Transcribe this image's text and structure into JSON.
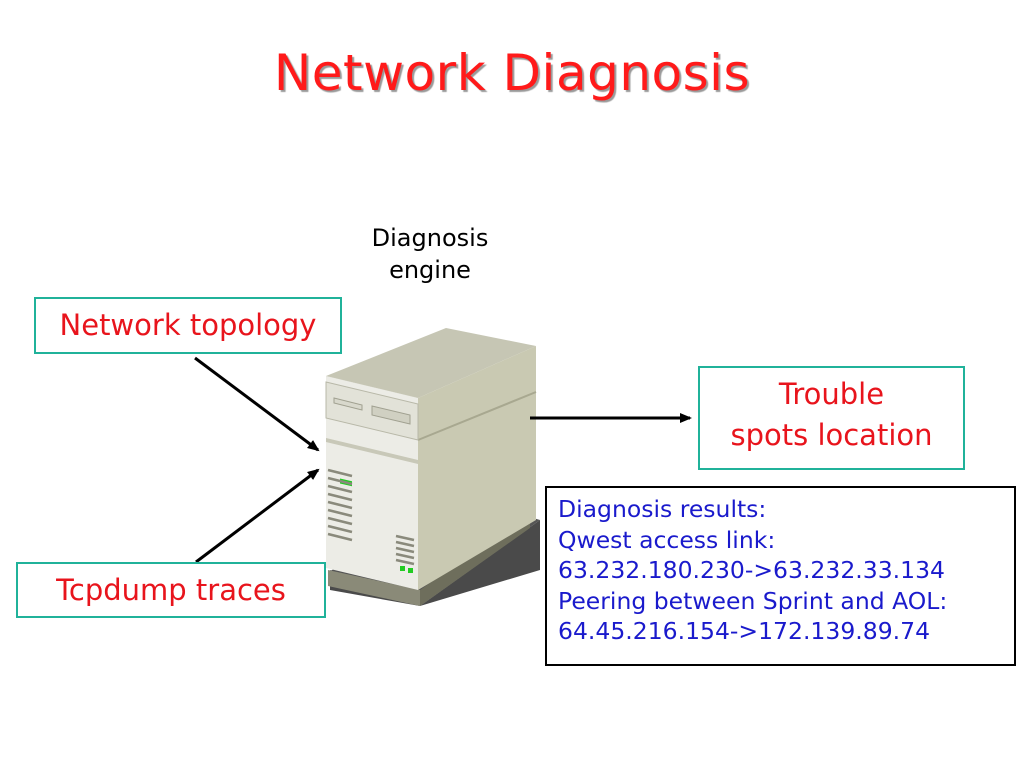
{
  "title": "Network Diagnosis",
  "engine": {
    "label_line1": "Diagnosis",
    "label_line2": "engine",
    "icon": "server-icon"
  },
  "inputs": {
    "topology": "Network topology",
    "tcpdump": "Tcpdump traces"
  },
  "output": {
    "line1": "Trouble",
    "line2": "spots location"
  },
  "results": {
    "lines": [
      "Diagnosis results:",
      "Qwest access link:",
      "63.232.180.230->63.232.33.134",
      "Peering between Sprint and AOL:",
      "64.45.216.154->172.139.89.74"
    ]
  },
  "colors": {
    "title": "#ff1a1a",
    "box_text": "#e8141c",
    "box_border": "#20b29a",
    "results_text": "#1a1acc",
    "led": "#22cc22"
  }
}
